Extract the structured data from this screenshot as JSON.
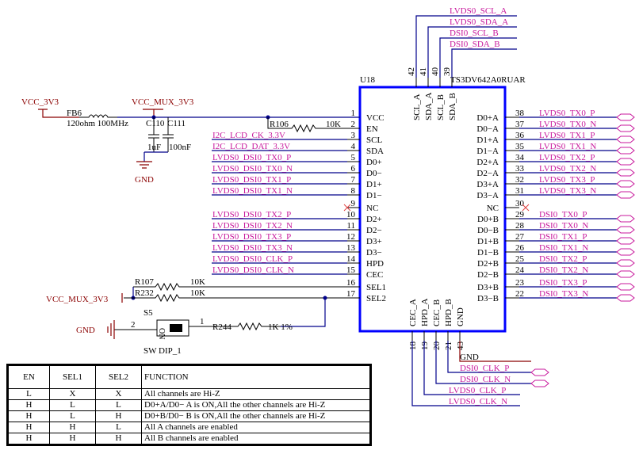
{
  "chip": {
    "designator": "U18",
    "part": "TS3DV642A0RUAR",
    "left_pins": [
      {
        "num": "1",
        "name": "VCC"
      },
      {
        "num": "2",
        "name": "EN"
      },
      {
        "num": "3",
        "name": "SCL"
      },
      {
        "num": "4",
        "name": "SDA"
      },
      {
        "num": "5",
        "name": "D0+"
      },
      {
        "num": "6",
        "name": "D0−"
      },
      {
        "num": "7",
        "name": "D1+"
      },
      {
        "num": "8",
        "name": "D1−"
      },
      {
        "num": "9",
        "name": "NC"
      },
      {
        "num": "10",
        "name": "D2+"
      },
      {
        "num": "11",
        "name": "D2−"
      },
      {
        "num": "12",
        "name": "D3+"
      },
      {
        "num": "13",
        "name": "D3−"
      },
      {
        "num": "14",
        "name": "HPD"
      },
      {
        "num": "15",
        "name": "CEC"
      },
      {
        "num": "16",
        "name": "SEL1"
      },
      {
        "num": "17",
        "name": "SEL2"
      }
    ],
    "right_pins": [
      {
        "num": "38",
        "name": "D0+A"
      },
      {
        "num": "37",
        "name": "D0−A"
      },
      {
        "num": "36",
        "name": "D1+A"
      },
      {
        "num": "35",
        "name": "D1−A"
      },
      {
        "num": "34",
        "name": "D2+A"
      },
      {
        "num": "33",
        "name": "D2−A"
      },
      {
        "num": "32",
        "name": "D3+A"
      },
      {
        "num": "31",
        "name": "D3−A"
      },
      {
        "num": "30",
        "name": "NC"
      },
      {
        "num": "29",
        "name": "D0+B"
      },
      {
        "num": "28",
        "name": "D0−B"
      },
      {
        "num": "27",
        "name": "D1+B"
      },
      {
        "num": "26",
        "name": "D1−B"
      },
      {
        "num": "25",
        "name": "D2+B"
      },
      {
        "num": "24",
        "name": "D2−B"
      },
      {
        "num": "23",
        "name": "D3+B"
      },
      {
        "num": "22",
        "name": "D3−B"
      }
    ],
    "top_pins": [
      {
        "num": "42",
        "name": "SCL_A"
      },
      {
        "num": "41",
        "name": "SDA_A"
      },
      {
        "num": "40",
        "name": "SCL_B"
      },
      {
        "num": "39",
        "name": "SDA_B"
      }
    ],
    "bottom_pins": [
      {
        "num": "18",
        "name": "CEC_A"
      },
      {
        "num": "19",
        "name": "HPD_A"
      },
      {
        "num": "20",
        "name": "CEC_B"
      },
      {
        "num": "21",
        "name": "HPD_B"
      },
      {
        "num": "43",
        "name": "GND"
      }
    ]
  },
  "nets": {
    "top": [
      "LVDS0_SCL_A",
      "LVDS0_SDA_A",
      "DSI0_SCL_B",
      "DSI0_SDA_B"
    ],
    "left": [
      {
        "pin": "3",
        "label": "I2C_LCD_CK_3.3V"
      },
      {
        "pin": "4",
        "label": "I2C_LCD_DAT_3.3V"
      },
      {
        "pin": "5",
        "label": "LVDS0_DSI0_TX0_P"
      },
      {
        "pin": "6",
        "label": "LVDS0_DSI0_TX0_N"
      },
      {
        "pin": "7",
        "label": "LVDS0_DSI0_TX1_P"
      },
      {
        "pin": "8",
        "label": "LVDS0_DSI0_TX1_N"
      },
      {
        "pin": "10",
        "label": "LVDS0_DSI0_TX2_P"
      },
      {
        "pin": "11",
        "label": "LVDS0_DSI0_TX2_N"
      },
      {
        "pin": "12",
        "label": "LVDS0_DSI0_TX3_P"
      },
      {
        "pin": "13",
        "label": "LVDS0_DSI0_TX3_N"
      },
      {
        "pin": "14",
        "label": "LVDS0_DSI0_CLK_P"
      },
      {
        "pin": "15",
        "label": "LVDS0_DSI0_CLK_N"
      }
    ],
    "right": [
      {
        "pin": "38",
        "label": "LVDS0_TX0_P"
      },
      {
        "pin": "37",
        "label": "LVDS0_TX0_N"
      },
      {
        "pin": "36",
        "label": "LVDS0_TX1_P"
      },
      {
        "pin": "35",
        "label": "LVDS0_TX1_N"
      },
      {
        "pin": "34",
        "label": "LVDS0_TX2_P"
      },
      {
        "pin": "33",
        "label": "LVDS0_TX2_N"
      },
      {
        "pin": "32",
        "label": "LVDS0_TX3_P"
      },
      {
        "pin": "31",
        "label": "LVDS0_TX3_N"
      },
      {
        "pin": "29",
        "label": "DSI0_TX0_P"
      },
      {
        "pin": "28",
        "label": "DSI0_TX0_N"
      },
      {
        "pin": "27",
        "label": "DSI0_TX1_P"
      },
      {
        "pin": "26",
        "label": "DSI0_TX1_N"
      },
      {
        "pin": "25",
        "label": "DSI0_TX2_P"
      },
      {
        "pin": "24",
        "label": "DSI0_TX2_N"
      },
      {
        "pin": "23",
        "label": "DSI0_TX3_P"
      },
      {
        "pin": "22",
        "label": "DSI0_TX3_N"
      }
    ],
    "bottom": [
      "GND",
      "DSI0_CLK_P",
      "DSI0_CLK_N",
      "LVDS0_CLK_P",
      "LVDS0_CLK_N"
    ]
  },
  "power": {
    "vcc_3v3": "VCC_3V3",
    "vcc_mux_3v3": "VCC_MUX_3V3",
    "vcc_mux_3v3_left": "VCC_MUX_3V3",
    "gnd_caps": "GND",
    "gnd_switch": "GND"
  },
  "parts": {
    "fb6": {
      "ref": "FB6",
      "value": "120ohm 100MHz"
    },
    "c110": {
      "ref": "C110",
      "value": "1uF"
    },
    "c111": {
      "ref": "C111",
      "value": "100nF"
    },
    "r106": {
      "ref": "R106",
      "value": "10K"
    },
    "r107": {
      "ref": "R107",
      "value": "10K"
    },
    "r232": {
      "ref": "R232",
      "value": "10K"
    },
    "r244": {
      "ref": "R244",
      "value": "1K 1%"
    },
    "s5": {
      "ref": "S5",
      "value": "SW DIP_1",
      "pin_left": "2",
      "pin_right": "1",
      "on_label": "ON"
    }
  },
  "function_table": {
    "headers": [
      "EN",
      "SEL1",
      "SEL2",
      "FUNCTION"
    ],
    "rows": [
      [
        "L",
        "X",
        "X",
        "All channels are Hi-Z"
      ],
      [
        "H",
        "L",
        "L",
        "D0+A/D0− A is ON,All the other channels are Hi-Z"
      ],
      [
        "H",
        "L",
        "H",
        "D0+B/D0− B is ON,All the other channels are Hi-Z"
      ],
      [
        "H",
        "H",
        "L",
        "All A channels are enabled"
      ],
      [
        "H",
        "H",
        "H",
        "All B channels are enabled"
      ]
    ]
  },
  "colors": {
    "wire": "#00008b",
    "net_label": "#c8189c",
    "part": "#8b0000",
    "chip": "#0000ff"
  }
}
